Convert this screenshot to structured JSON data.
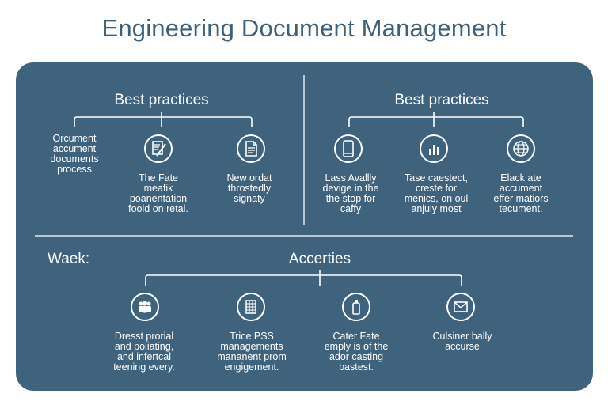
{
  "title": "Engineering Document Management",
  "sections": {
    "top_left": {
      "heading": "Best practices",
      "items": [
        {
          "text": "Orcument\naccument\ndocuments\nprocess",
          "icon": "none"
        },
        {
          "text": "The Fate\nmeafik\npoanentation\nfoold on retal.",
          "icon": "document-edit-icon"
        },
        {
          "text": "New ordat\nthrostedly\nsignaty",
          "icon": "document-icon"
        }
      ]
    },
    "top_right": {
      "heading": "Best practices",
      "items": [
        {
          "text": "Lass Avallly\ndevige in the\nthe stop for\ncaffy",
          "icon": "tablet-icon"
        },
        {
          "text": "Tase caestect,\ncreste for\nmenics, on oul\nanjuly most",
          "icon": "bar-chart-icon"
        },
        {
          "text": "Elack ate\naccument\neffer matiors\ntecument.",
          "icon": "globe-icon"
        }
      ]
    },
    "bottom": {
      "side_label": "Waek:",
      "heading": "Accerties",
      "items": [
        {
          "text": "Dresst prorial\nand poliating,\nand infertcal\nteening every.",
          "icon": "team-icon"
        },
        {
          "text": "Trice PSS\nmanagements\nmananent prom\nengigement.",
          "icon": "building-icon"
        },
        {
          "text": "Cater Fate\nemply is of the\nador casting\nbastest.",
          "icon": "bottle-icon"
        },
        {
          "text": "Culsiner bally\naccurse",
          "icon": "envelope-icon"
        }
      ]
    }
  },
  "colors": {
    "panel": "#3f637d",
    "title": "#3f6079",
    "line": "#ffffff"
  }
}
